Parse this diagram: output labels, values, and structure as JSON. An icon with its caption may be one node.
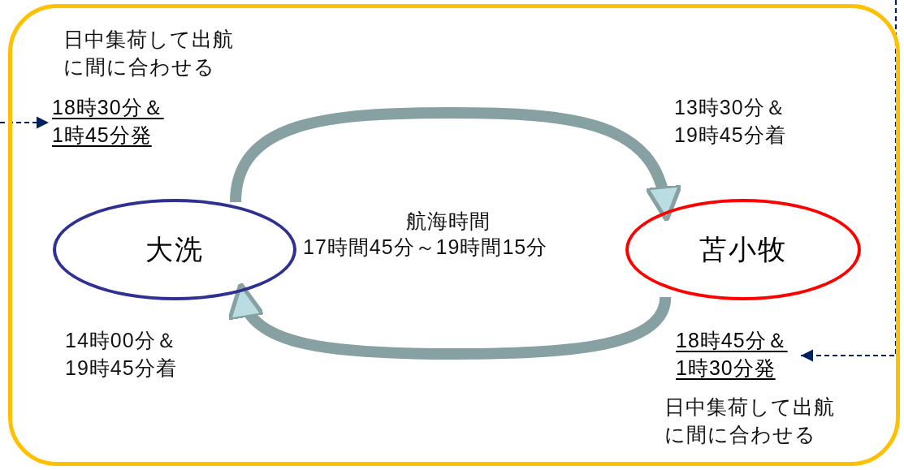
{
  "diagram": {
    "nodes": [
      {
        "text": [],
        "shape": "box"
      },
      {
        "text": [
          "大洗"
        ],
        "in": 0
      },
      {
        "text": [
          "苫小牧"
        ],
        "in": 0
      },
      {
        "text": [
          "18時30分＆1時45分発"
        ],
        "in": 0
      },
      {
        "text": [
          "18時45分＆1時30分発"
        ],
        "in": 0
      }
    ],
    "edges": [
      {
        "from": 1,
        "to": 2,
        "arrow": "to",
        "style": "thick",
        "color": "#87a0a2"
      },
      {
        "from": 2,
        "to": 1,
        "arrow": "to",
        "style": "thick",
        "color": "#87a0a2"
      },
      {
        "from": null,
        "to": 3,
        "arrow": "to",
        "style": "dashed",
        "color": "#002060"
      },
      {
        "from": null,
        "to": 4,
        "arrow": "to",
        "style": "dashed",
        "color": "#002060"
      }
    ],
    "labels": [
      "日中集荷して出航に間に合わせる",
      "13時30分＆19時45分着",
      "航海時間",
      "17時間45分～19時間15分",
      "14時00分＆19時45分着",
      "日中集荷して出航に間に合わせる"
    ]
  }
}
